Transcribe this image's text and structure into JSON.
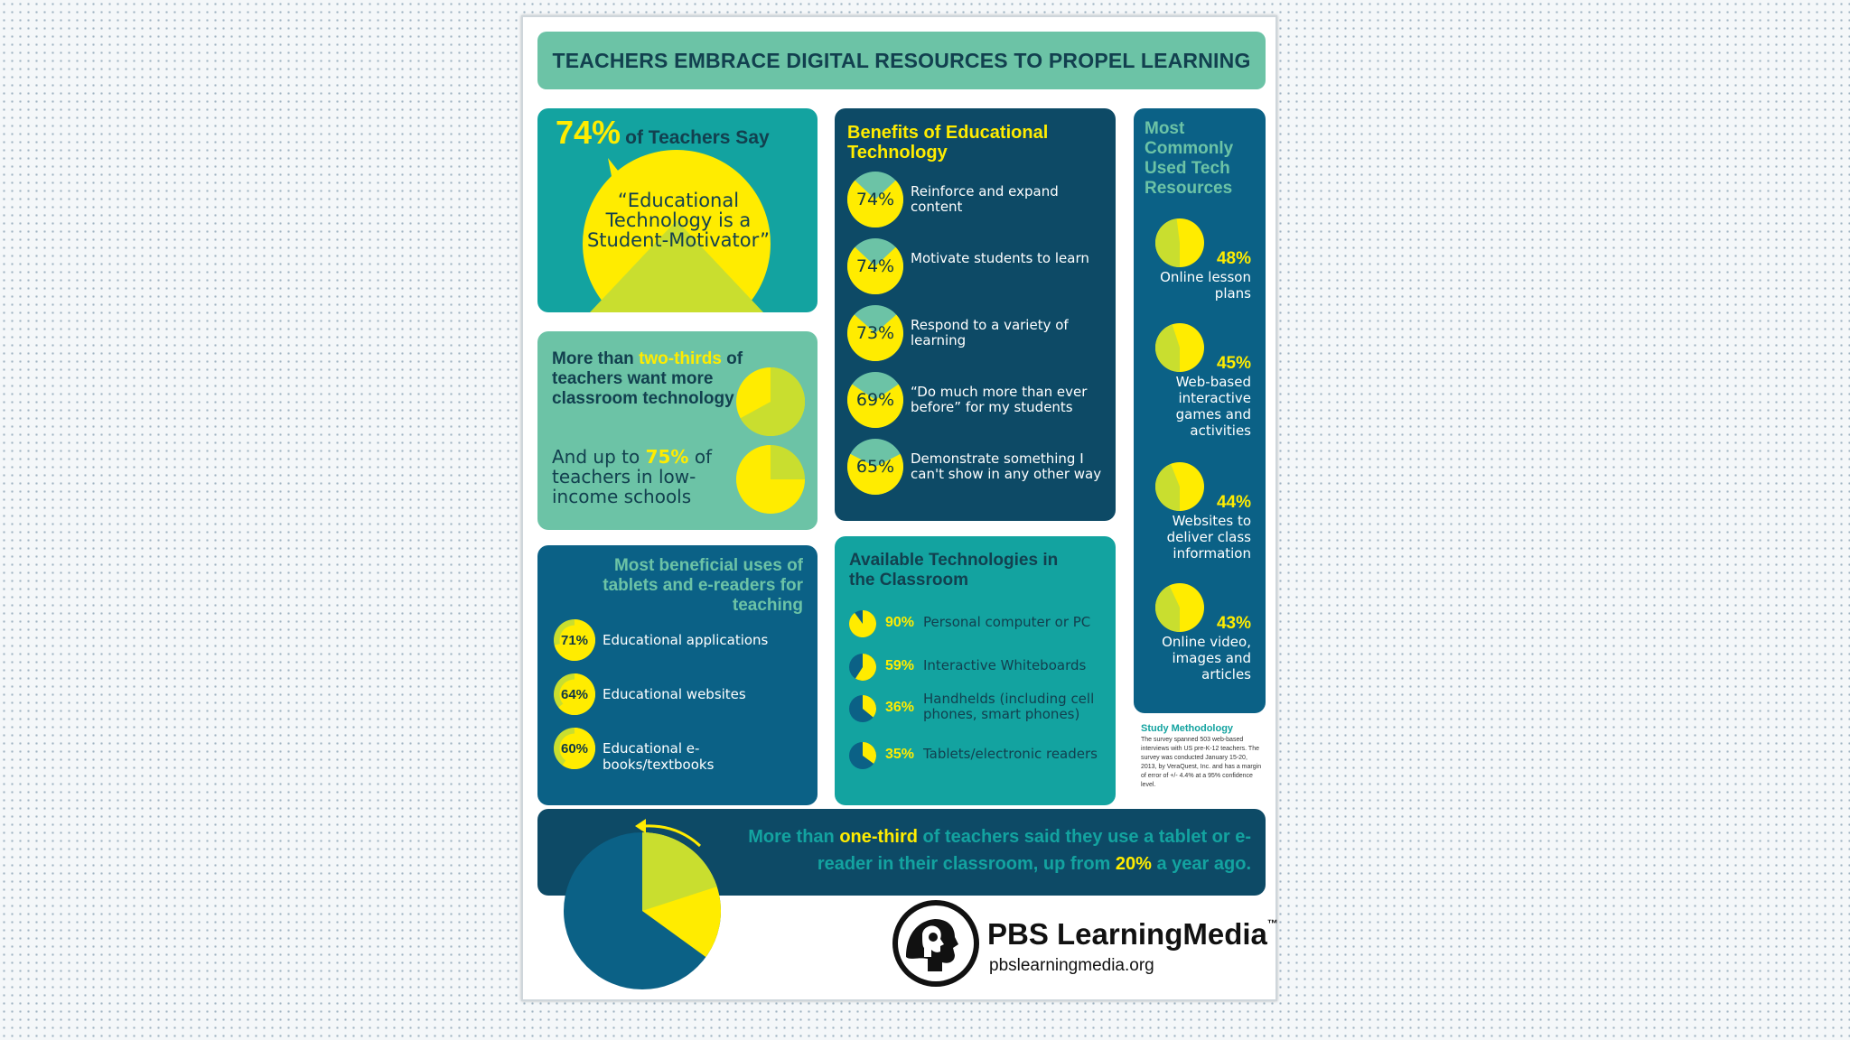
{
  "title": "TEACHERS EMBRACE DIGITAL RESOURCES TO PROPEL LEARNING",
  "colors": {
    "teal_light": "#13a3a0",
    "teal_mid": "#0f8f9d",
    "navy": "#0d4a66",
    "blue": "#0b6186",
    "yellow": "#ffec00",
    "lime": "#c9de2f",
    "title_bg": "#6cc3a6"
  },
  "quote_panel": {
    "percent": "74%",
    "lead": "of Teachers Say",
    "quote": "“Educational Technology is a Student-Motivator”"
  },
  "want_panel": {
    "text_a": "More than ",
    "highlight": "two-thirds",
    "text_b": "of teachers want more classroom technology",
    "sub_a": "And up to ",
    "sub_highlight": "75%",
    "sub_b": "of teachers in low-income schools",
    "values": [
      67,
      75
    ]
  },
  "benefits": {
    "title": "Benefits of Educational Technology",
    "items": [
      {
        "pct": "74%",
        "value": 74,
        "label": "Reinforce and expand content"
      },
      {
        "pct": "74%",
        "value": 74,
        "label": "Motivate students to learn"
      },
      {
        "pct": "73%",
        "value": 73,
        "label": "Respond to a variety of learning"
      },
      {
        "pct": "69%",
        "value": 69,
        "label": "“Do much more than ever before” for my students"
      },
      {
        "pct": "65%",
        "value": 65,
        "label": "Demonstrate something I can't show in any other way"
      }
    ]
  },
  "resources": {
    "title": "Most Commonly Used Tech Resources",
    "items": [
      {
        "pct": "48%",
        "value": 48,
        "label": "Online lesson plans"
      },
      {
        "pct": "45%",
        "value": 45,
        "label": "Web-based interactive games and activities"
      },
      {
        "pct": "44%",
        "value": 44,
        "label": "Websites to deliver class information"
      },
      {
        "pct": "43%",
        "value": 43,
        "label": "Online video, images and articles"
      }
    ]
  },
  "tablets": {
    "title": "Most beneficial uses of tablets and e-readers for teaching",
    "items": [
      {
        "pct": "71%",
        "value": 71,
        "label": "Educational applications"
      },
      {
        "pct": "64%",
        "value": 64,
        "label": "Educational websites"
      },
      {
        "pct": "60%",
        "value": 60,
        "label": "Educational e-books/textbooks"
      }
    ]
  },
  "available": {
    "title": "Available Technologies in the Classroom",
    "items": [
      {
        "pct": "90%",
        "value": 90,
        "label": "Personal computer or PC"
      },
      {
        "pct": "59%",
        "value": 59,
        "label": "Interactive Whiteboards"
      },
      {
        "pct": "36%",
        "value": 36,
        "label": "Handhelds (including cell phones, smart phones)"
      },
      {
        "pct": "35%",
        "value": 35,
        "label": "Tablets/electronic readers"
      }
    ]
  },
  "methodology": {
    "title": "Study Methodology",
    "text": "The survey spanned 503 web-based interviews with US pre-K-12 teachers. The survey was conducted January 15-20, 2013, by VeraQuest, Inc. and has a margin of error of +/- 4.4% at a 95% confidence level."
  },
  "bottom": {
    "a": "More than ",
    "h1": "one-third",
    "b": " of teachers said they use a tablet or e-reader in their classroom, up from ",
    "h2": "20%",
    "c": " a year ago.",
    "pie_from": 20,
    "pie_to": 35
  },
  "brand": {
    "name": "PBS LearningMedia",
    "tm": "™",
    "url": "pbslearningmedia.org",
    "logo_icon": "pbs-heads-icon"
  }
}
